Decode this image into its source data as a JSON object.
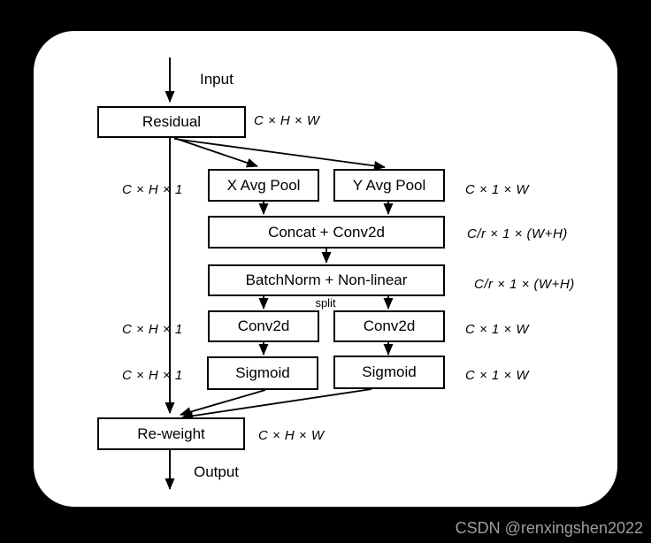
{
  "watermark": "CSDN @renxingshen2022",
  "colors": {
    "page_background": "#000000",
    "canvas_background": "#ffffff",
    "line_color": "#000000",
    "watermark_color": "#9e9e9e"
  },
  "diagram": {
    "flow": {
      "input": "Input",
      "output": "Output",
      "split": "split"
    },
    "boxes": {
      "residual": "Residual",
      "x_avg_pool": "X Avg Pool",
      "y_avg_pool": "Y Avg Pool",
      "concat_conv2d": "Concat + Conv2d",
      "batchnorm_nonlinear": "BatchNorm + Non-linear",
      "conv2d_left": "Conv2d",
      "conv2d_right": "Conv2d",
      "sigmoid_left": "Sigmoid",
      "sigmoid_right": "Sigmoid",
      "reweight": "Re-weight"
    },
    "dims": {
      "residual": "C × H × W",
      "pool_left": "C × H × 1",
      "pool_right": "C × 1 × W",
      "concat": "C/r × 1 × (W+H)",
      "batchnorm": "C/r × 1 × (W+H)",
      "conv_left": "C × H × 1",
      "conv_right": "C × 1 × W",
      "sigmoid_left": "C × H × 1",
      "sigmoid_right": "C × 1 × W",
      "reweight": "C × H × W"
    }
  }
}
